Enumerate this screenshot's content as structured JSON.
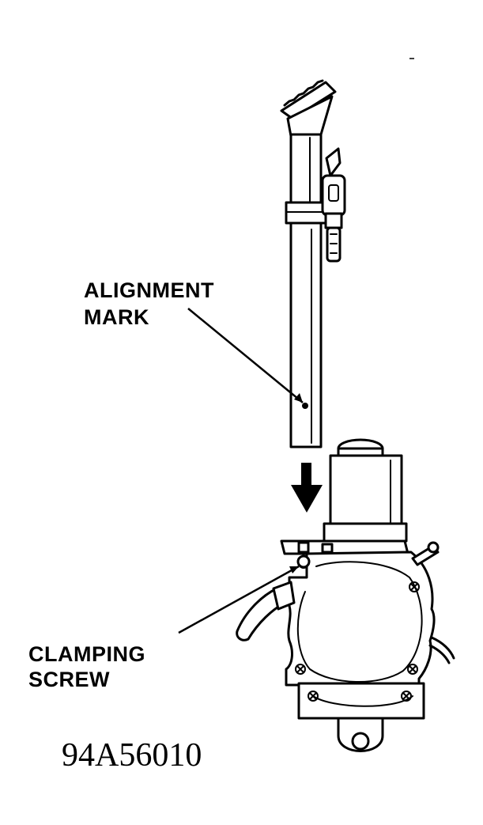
{
  "labels": {
    "alignment_mark_line1": "ALIGNMENT",
    "alignment_mark_line2": "MARK",
    "clamping_screw_line1": "CLAMPING",
    "clamping_screw_line2": "SCREW",
    "figure_id": "94A56010"
  }
}
